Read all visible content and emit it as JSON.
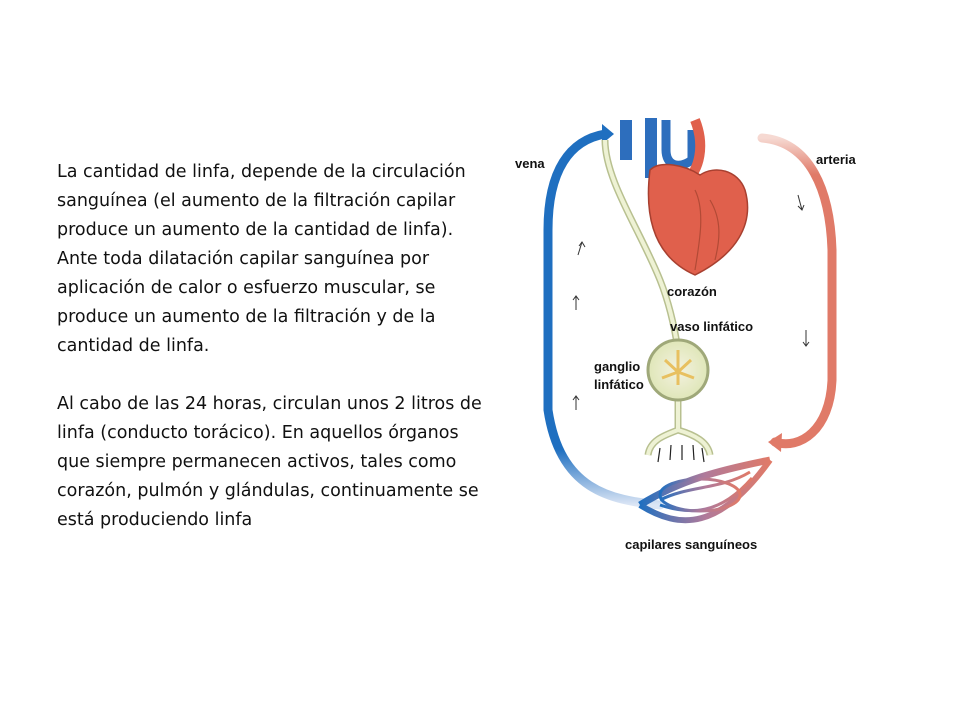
{
  "paragraphs": [
    "La cantidad de linfa, depende de la circulación sanguínea (el aumento de la filtración capilar produce un aumento de la cantidad de linfa). Ante toda dilatación capilar sanguínea por aplicación de calor o esfuerzo muscular, se produce un aumento de la filtración y de la cantidad de linfa.",
    "Al cabo de las 24 horas, circulan unos 2 litros de linfa (conducto torácico). En aquellos órganos que siempre permanecen activos, tales como corazón, pulmón y glándulas, continuamente se está produciendo linfa"
  ],
  "diagram": {
    "labels": {
      "vena": "vena",
      "arteria": "arteria",
      "corazon": "corazón",
      "vaso_linfatico": "vaso linfático",
      "ganglio_line1": "ganglio",
      "ganglio_line2": "linfático",
      "capilares": "capilares sanguíneos"
    },
    "colors": {
      "vein": "#1f6fc0",
      "artery": "#e07a68",
      "heart": "#e0604c",
      "lymph": "#dfe6b8",
      "lymph_outline": "#b8c090"
    }
  }
}
